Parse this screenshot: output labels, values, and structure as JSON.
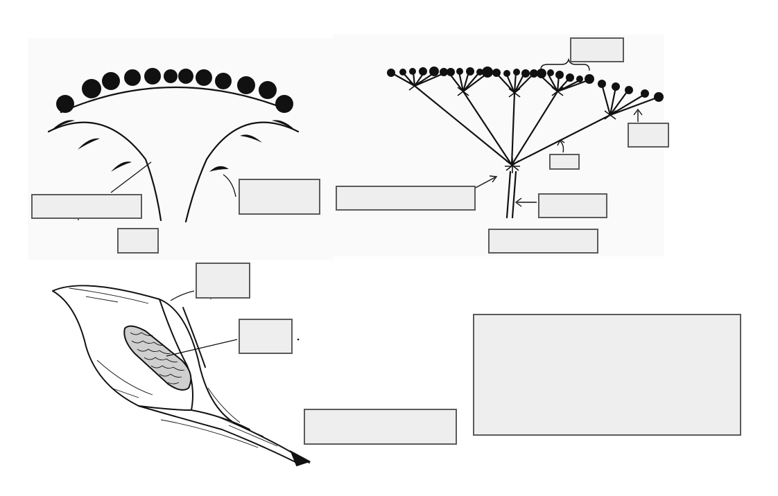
{
  "diagram": {
    "panels": [
      {
        "name": "spadix-inflorescence"
      },
      {
        "name": "compound-umbel-inflorescence"
      },
      {
        "name": "spathe-with-spadix"
      }
    ],
    "label_boxes": [
      {
        "id": "label-spadix-1",
        "text": ""
      },
      {
        "id": "label-spadix-2",
        "text": ""
      },
      {
        "id": "label-spadix-3",
        "text": ""
      },
      {
        "id": "label-umbel-1",
        "text": ""
      },
      {
        "id": "label-umbel-2",
        "text": ""
      },
      {
        "id": "label-umbel-3",
        "text": ""
      },
      {
        "id": "label-umbel-4",
        "text": ""
      },
      {
        "id": "label-umbel-5",
        "text": ""
      },
      {
        "id": "label-umbel-6",
        "text": ""
      },
      {
        "id": "label-spathe-1",
        "text": ""
      },
      {
        "id": "label-spathe-2",
        "text": ""
      },
      {
        "id": "label-spathe-3",
        "text": ""
      },
      {
        "id": "answer-panel",
        "text": ""
      }
    ],
    "colors": {
      "ink": "#111111",
      "box_fill": "#eeeeee",
      "box_border": "#5a5a5a"
    }
  }
}
